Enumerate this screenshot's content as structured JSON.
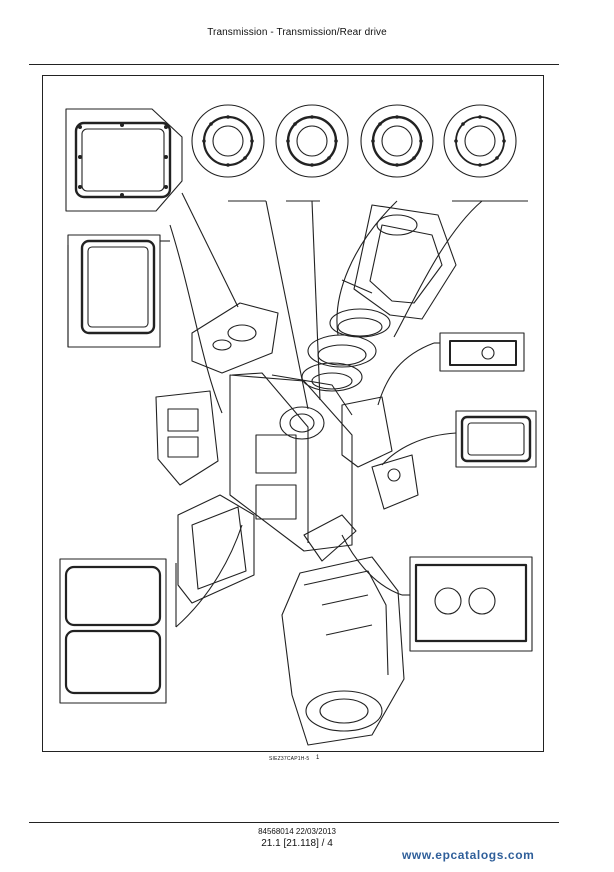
{
  "header": {
    "title": "Transmission - Transmission/Rear drive"
  },
  "figure": {
    "reference_code": "SIEZ37CAP1H-5",
    "number": "1",
    "callouts": [
      "gasket-rectangular-top-left",
      "gasket-round-1",
      "gasket-round-2",
      "gasket-round-3",
      "gasket-round-4",
      "gasket-rectangular-upright-left",
      "gasket-bracket-right",
      "gasket-cover-right",
      "gasket-large-bottom-left",
      "gasket-plate-right"
    ]
  },
  "footer": {
    "doc_code": "84568014 22/03/2013",
    "page_ref": "21.1 [21.118] / 4"
  },
  "watermark": {
    "text": "www.epcatalogs.com",
    "color": "#2f5f9a"
  }
}
